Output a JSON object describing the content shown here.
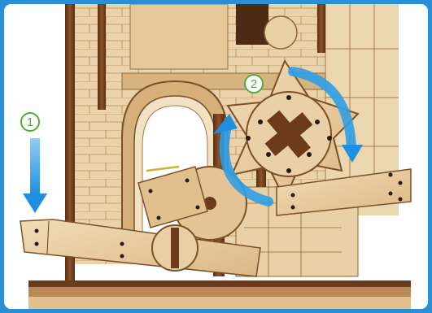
{
  "image": {
    "subject": "wooden-mechanism-illustration",
    "colors": {
      "frame": "#2b8fd6",
      "wood_light": "#e9cfa4",
      "wood_mid": "#d6b27e",
      "wood_dark": "#6b3b1c",
      "arrow": "#2f9fe6",
      "badge": "#4caf32"
    }
  },
  "steps": [
    {
      "number": "1"
    },
    {
      "number": "2"
    }
  ]
}
